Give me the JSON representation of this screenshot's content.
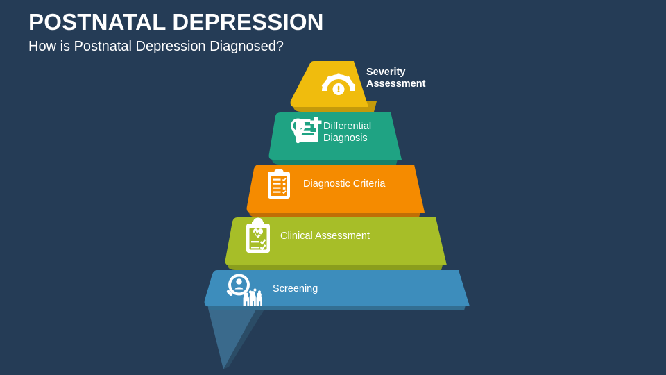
{
  "slide": {
    "background_color": "#253c56",
    "title": "POSTNATAL DEPRESSION",
    "subtitle": "How is Postnatal Depression Diagnosed?"
  },
  "pyramid": {
    "type": "pyramid-funnel",
    "orientation": "top-narrow-to-bottom-wide",
    "tier_count": 5,
    "tiers": [
      {
        "index": 1,
        "label": "Severity\nAssessment",
        "label_position": "outside-right",
        "label_bold": true,
        "color": "#f0bc0d",
        "shadow_color": "#c49a0b",
        "icon": "gauge-severity-icon"
      },
      {
        "index": 2,
        "label": "Differential\nDiagnosis",
        "label_position": "inside",
        "label_bold": false,
        "color": "#1fa383",
        "shadow_color": "#16806a",
        "icon": "medical-document-stethoscope-icon"
      },
      {
        "index": 3,
        "label": "Diagnostic Criteria",
        "label_position": "inside",
        "label_bold": false,
        "color": "#f58b00",
        "shadow_color": "#c06e05",
        "icon": "clipboard-checklist-icon"
      },
      {
        "index": 4,
        "label": "Clinical Assessment",
        "label_position": "inside",
        "label_bold": false,
        "color": "#a7be28",
        "shadow_color": "#8a9e1d",
        "icon": "clipboard-heartbeat-icon"
      },
      {
        "index": 5,
        "label": "Screening",
        "label_position": "inside",
        "label_bold": false,
        "color": "#3d8dbc",
        "shadow_color": "#336f92",
        "icon": "magnifier-people-icon"
      }
    ]
  }
}
